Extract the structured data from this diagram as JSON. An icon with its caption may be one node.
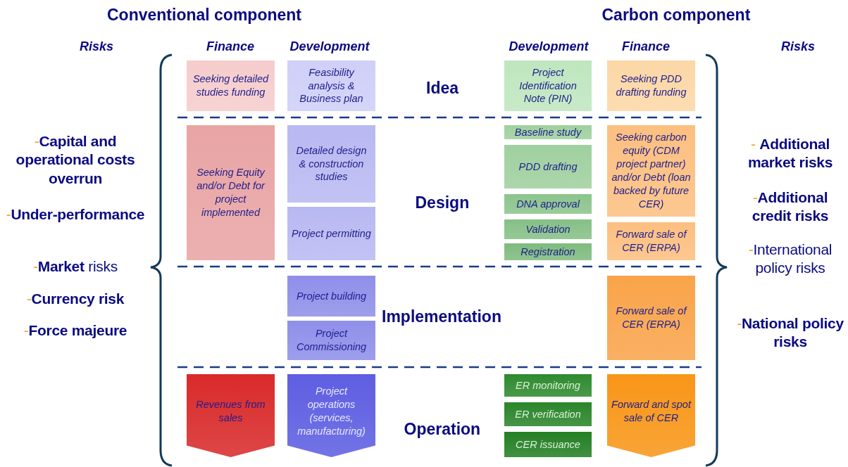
{
  "diagram": {
    "nodes": [
      {
        "text": [
          "Seeking detailed studies funding"
        ]
      },
      {
        "text": [
          "Feasibility analysis & Business plan"
        ]
      },
      {
        "text": [
          "Project Identification Note (PIN)"
        ]
      },
      {
        "text": [
          "Seeking PDD drafting funding"
        ]
      },
      {
        "text": [
          "Seeking Equity and/or Debt for project implemented"
        ]
      },
      {
        "text": [
          "Detailed design & construction studies"
        ]
      },
      {
        "text": [
          "Project permitting"
        ]
      },
      {
        "text": [
          "Baseline study"
        ]
      },
      {
        "text": [
          "PDD drafting"
        ]
      },
      {
        "text": [
          "DNA approval"
        ]
      },
      {
        "text": [
          "Validation"
        ]
      },
      {
        "text": [
          "Registration"
        ]
      },
      {
        "text": [
          "Seeking carbon equity (CDM project partner) and/or Debt (loan backed by future CER)"
        ]
      },
      {
        "text": [
          "Forward sale of CER (ERPA)"
        ]
      },
      {
        "text": [
          "Project building"
        ]
      },
      {
        "text": [
          "Project Commissioning"
        ]
      },
      {
        "text": [
          "Forward sale of CER (ERPA)"
        ]
      },
      {
        "text": [
          "Revenues from sales"
        ]
      },
      {
        "text": [
          "Project operations (services, manufacturing)"
        ]
      },
      {
        "text": [
          "ER monitoring"
        ]
      },
      {
        "text": [
          "ER verification"
        ]
      },
      {
        "text": [
          "CER issuance"
        ]
      },
      {
        "text": [
          "Forward and spot sale of CER"
        ]
      }
    ],
    "labels": [
      "Conventional component",
      "Carbon component",
      "Risks",
      "Finance",
      "Development",
      "Development",
      "Finance",
      "Risks",
      "Idea",
      "-**Capital and operational costs overrun**",
      "- **Additional market risks**",
      "-**Additional credit risks**",
      "Design",
      "-**Under-performance**",
      "-**Market** risks",
      "-International policy risks",
      "-**Currency risk**",
      "Implementation",
      "-**National policy risks**",
      "-**Force majeure**",
      "Operation"
    ]
  }
}
